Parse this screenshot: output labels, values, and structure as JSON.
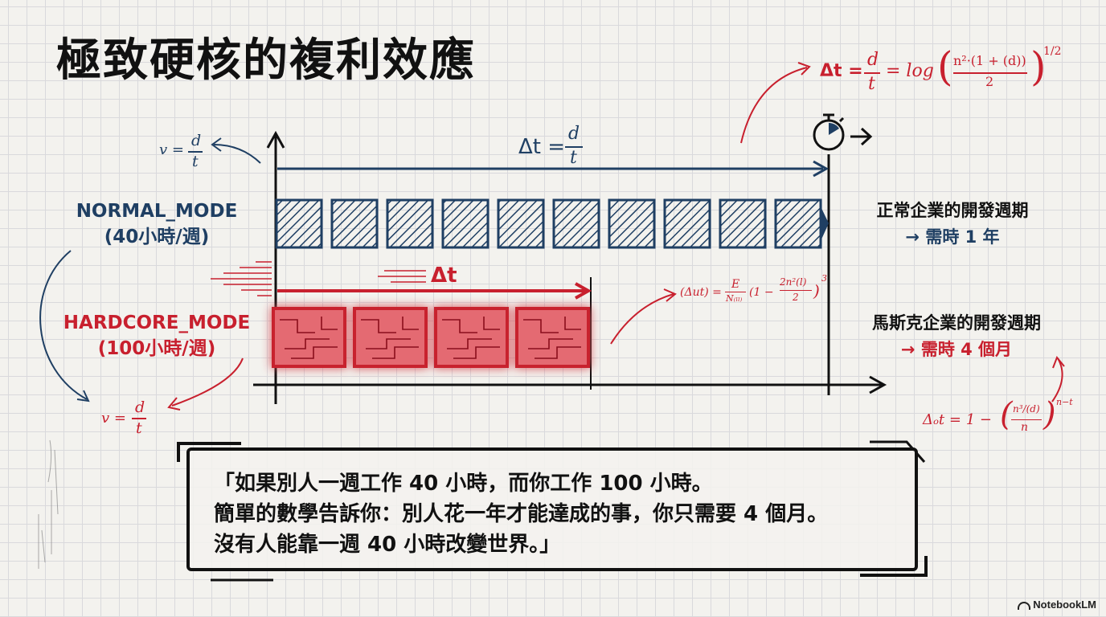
{
  "title": "極致硬核的複利效應",
  "normal_mode": {
    "name": "NORMAL_MODE",
    "hours": "(40小時/週)",
    "description": "正常企業的開發週期",
    "duration": "→ 需時 1 年",
    "block_count": 10
  },
  "hardcore_mode": {
    "name": "HARDCORE_MODE",
    "hours": "(100小時/週)",
    "description": "馬斯克企業的開發週期",
    "duration": "→ 需時 4 個月",
    "block_count": 4
  },
  "formulas": {
    "v_top": {
      "lhs": "v =",
      "num": "d",
      "den": "t"
    },
    "v_bottom": {
      "lhs": "v =",
      "num": "d",
      "den": "t"
    },
    "delta_t_top": {
      "lhs": "Δt =",
      "num": "d",
      "den": "t"
    },
    "delta_t_hard": "Δt",
    "log_formula": {
      "lhs": "Δt =",
      "num1": "d",
      "den1": "t",
      "mid": "= log",
      "num2": "n²·(1 + (d))",
      "den2": "2",
      "exp": "1/2"
    },
    "hard_formula": {
      "lhs": "(Δut) =",
      "num": "E",
      "den": "N₍ₗₗ₎",
      "paren_a": "(1 −",
      "num2": "2n²(l)",
      "den2": "2",
      "exp": "3"
    },
    "delta_o": {
      "lhs": "Δₒt = 1 −",
      "num": "n³/(d)",
      "den": "n",
      "exp": "n−t"
    }
  },
  "quote": [
    "「如果別人一週工作 40 小時，而你工作 100 小時。",
    "簡單的數學告訴你：別人花一年才能達成的事，你只需要 4 個月。",
    "沒有人能靠一週 40 小時改變世界。」"
  ],
  "brand": "NotebookLM",
  "colors": {
    "navy": "#1f3f63",
    "red": "#c8202e",
    "ink": "#111111"
  }
}
